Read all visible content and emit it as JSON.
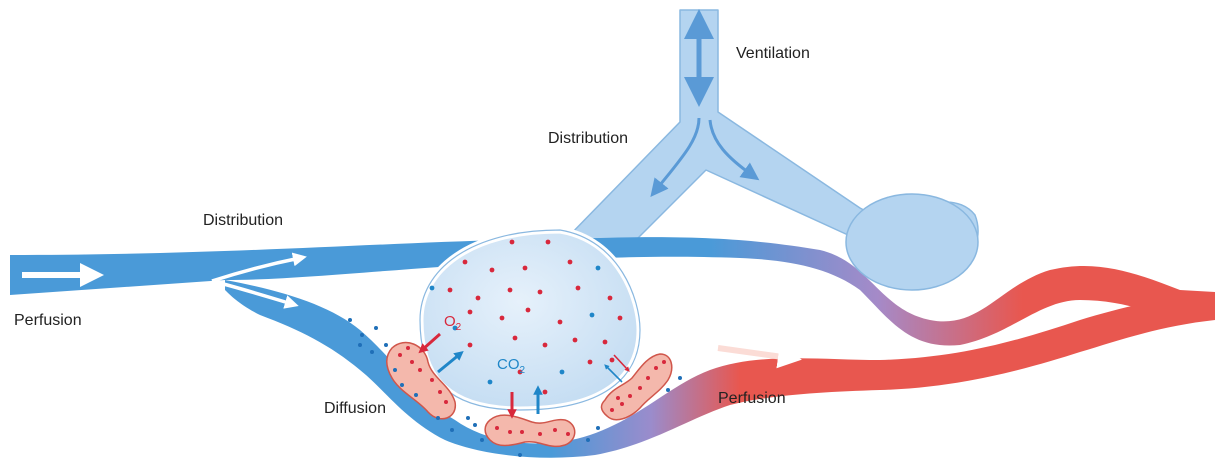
{
  "labels": {
    "ventilation": "Ventilation",
    "distribution_airway": "Distribution",
    "distribution_blood": "Distribution",
    "perfusion_in": "Perfusion",
    "perfusion_out": "Perfusion",
    "diffusion": "Diffusion",
    "o2": {
      "base": "O",
      "sub": "2"
    },
    "co2": {
      "base": "CO",
      "sub": "2"
    }
  },
  "colors": {
    "venous_blood": "#4a9ad8",
    "arterial_blood": "#e8574f",
    "mixed_blood": "#a58ac8",
    "airway": "#b4d4f0",
    "airway_outline": "#8ab8e0",
    "alveolus": "#d4e6f6",
    "oxygen": "#d8283c",
    "carbon_dioxide": "#1f86c8",
    "red_cell": "#f4b8ac",
    "arrow_white": "#ffffff",
    "text": "#222222"
  },
  "icons": [
    "double-headed-arrow-icon",
    "branch-arrow-icon",
    "flow-arrow-icon"
  ]
}
